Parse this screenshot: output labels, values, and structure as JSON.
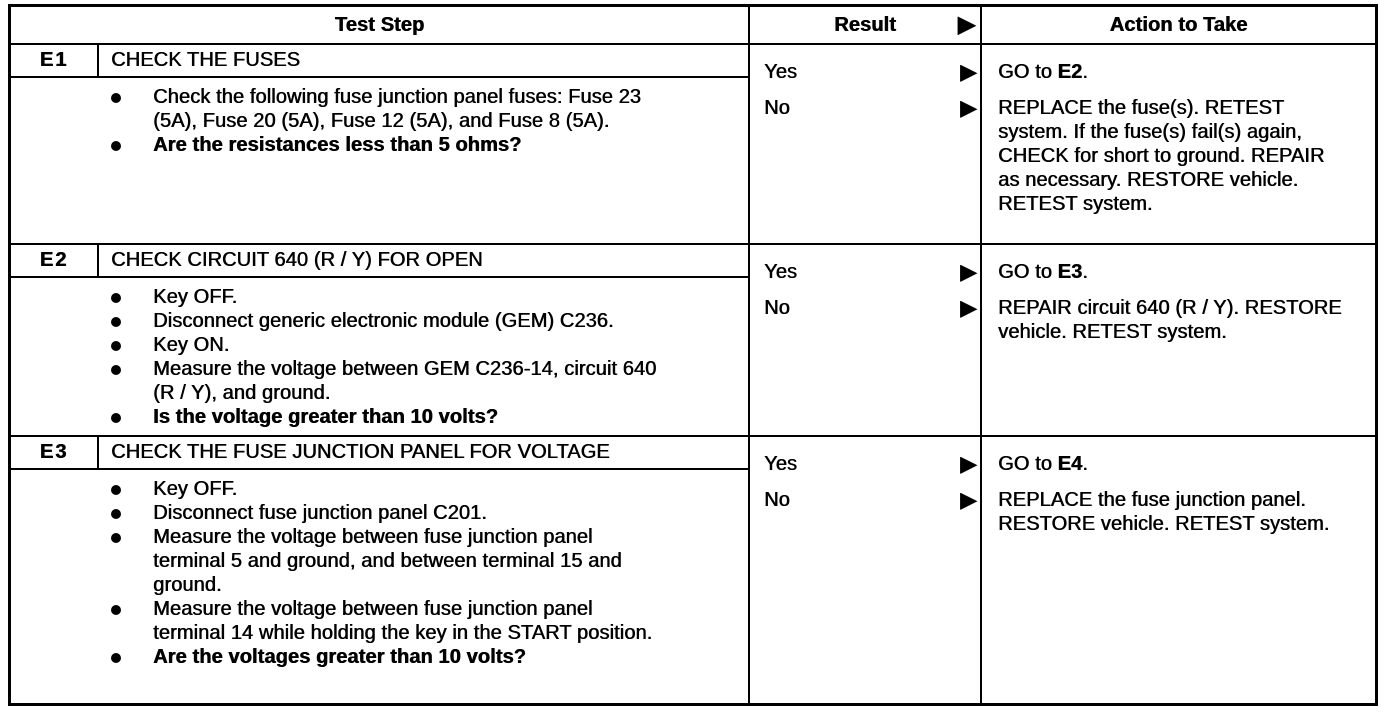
{
  "table": {
    "arrow_icon": "▶",
    "headers": {
      "test_step": "Test Step",
      "result": "Result",
      "action": "Action to Take"
    },
    "steps": [
      {
        "id": "E1",
        "title": "CHECK THE FUSES",
        "bullets": [
          {
            "text": "Check the following fuse junction panel fuses: Fuse 23 (5A), Fuse 20 (5A), Fuse 12 (5A), and Fuse 8 (5A)."
          },
          {
            "text": "Are the resistances less than 5 ohms?"
          }
        ],
        "results": [
          {
            "label": "Yes",
            "action_pre": "GO to ",
            "action_ref": "E1_ref",
            "action_post": "."
          },
          {
            "label": "No",
            "action_pre": "REPLACE the fuse(s). RETEST system. If the fuse(s) fail(s) again, CHECK for short to ground. REPAIR as necessary. RESTORE vehicle. RETEST system."
          }
        ],
        "yes_ref": "E2"
      },
      {
        "id": "E2",
        "title": "CHECK CIRCUIT 640 (R / Y) FOR OPEN",
        "bullets": [
          {
            "text": "Key OFF."
          },
          {
            "text": "Disconnect generic electronic module (GEM) C236."
          },
          {
            "text": "Key ON."
          },
          {
            "text": "Measure the voltage between GEM C236-14, circuit 640 (R / Y), and ground."
          },
          {
            "text": "Is the voltage greater than 10 volts?"
          }
        ],
        "results": [
          {
            "label": "Yes",
            "action_pre": "GO to ",
            "action_post": "."
          },
          {
            "label": "No",
            "action_pre": "REPAIR circuit 640 (R / Y). RESTORE vehicle. RETEST system."
          }
        ],
        "yes_ref": "E3"
      },
      {
        "id": "E3",
        "title": "CHECK THE FUSE JUNCTION PANEL FOR VOLTAGE",
        "bullets": [
          {
            "text": "Key OFF."
          },
          {
            "text": "Disconnect fuse junction panel C201."
          },
          {
            "text": "Measure the voltage between fuse junction panel terminal 5 and ground, and between terminal 15 and ground."
          },
          {
            "text": "Measure the voltage between fuse junction panel terminal 14 while holding the key in the START position."
          },
          {
            "text": "Are the voltages greater than 10 volts?"
          }
        ],
        "results": [
          {
            "label": "Yes",
            "action_pre": "GO to ",
            "action_post": "."
          },
          {
            "label": "No",
            "action_pre": "REPLACE the fuse junction panel. RESTORE vehicle. RETEST system."
          }
        ],
        "yes_ref": "E4"
      }
    ]
  }
}
